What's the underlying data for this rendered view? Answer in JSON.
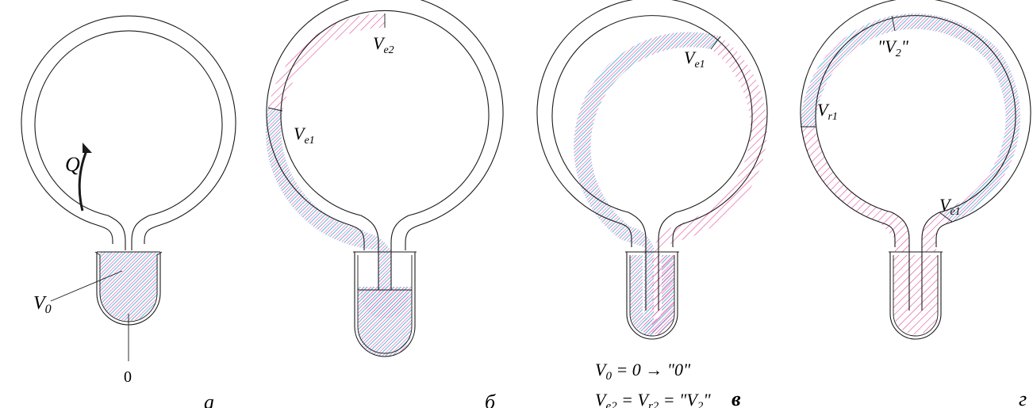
{
  "panels": [
    {
      "letter": "а"
    },
    {
      "letter": "б"
    },
    {
      "letter": "в"
    },
    {
      "letter": "г"
    }
  ],
  "labels": {
    "flow_q": "Q",
    "v0_base": "V",
    "v0_sub": "0",
    "zero_mark": "0",
    "b_ve2_base": "V",
    "b_ve2_sub": "e2",
    "b_ve1_base": "V",
    "b_ve1_sub": "e1",
    "c_ve1_base": "V",
    "c_ve1_sub": "e1",
    "d_v2": "\"V",
    "d_v2_sub": "2",
    "d_v2_close": "\"",
    "d_vr1_base": "V",
    "d_vr1_sub": "r1",
    "d_ve1_base": "V",
    "d_ve1_sub": "e1"
  },
  "equations": {
    "eq1_v": "V",
    "eq1_sub": "0",
    "eq1_rest": " = 0 → \"0\"",
    "eq2_v1": "V",
    "eq2_sub1": "e2",
    "eq2_eq1": " = ",
    "eq2_v2": "V",
    "eq2_sub2": "r2",
    "eq2_eq2": " = \"",
    "eq2_v3": "V",
    "eq2_sub3": "2",
    "eq2_close": "\""
  },
  "colors": {
    "pink_hatch": "#e0489a",
    "blue_hatch": "#6cb8e0",
    "outline": "#1a1a1a"
  }
}
